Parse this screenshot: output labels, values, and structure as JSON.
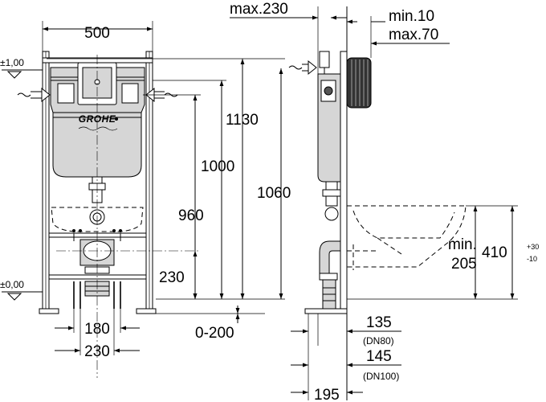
{
  "brand": {
    "logo_text": "GROHE"
  },
  "front_view": {
    "width_label": "500",
    "level_top_label": "±1,00",
    "level_floor_label": "±0,00",
    "dim_1130": "1130",
    "dim_1000": "1000",
    "dim_1060": "1060",
    "dim_960": "960",
    "dim_230_height": "230",
    "dim_0_200": "0-200",
    "dim_180": "180",
    "dim_230_width": "230"
  },
  "side_view": {
    "max_depth_label": "max.230",
    "min_label": "min.10",
    "max_label": "max.70",
    "bowl_min_label_1": "min.",
    "bowl_min_label_2": "205",
    "height_410": "410",
    "tol_plus": "+30",
    "tol_minus": "-10",
    "dim_135": "135",
    "dn80": "(DN80)",
    "dim_145": "145",
    "dn100": "(DN100)",
    "dim_195": "195"
  }
}
